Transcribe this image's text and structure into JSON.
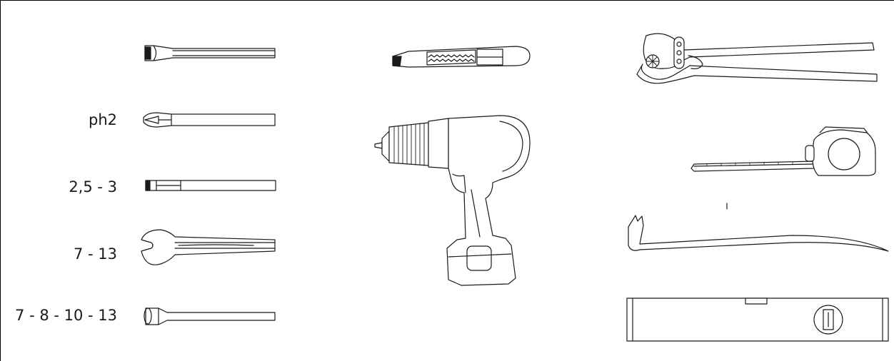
{
  "labels": {
    "phillips": "ph2",
    "hex": "2,5 - 3",
    "wrench": "7 - 13",
    "socket": "7 - 8 - 10 - 13"
  },
  "tools": [
    "flat-screwdriver",
    "phillips-screwdriver",
    "hex-key",
    "open-end-wrench",
    "socket-wrench",
    "utility-knife",
    "cordless-drill",
    "water-pump-pliers",
    "tape-measure",
    "crowbar",
    "spirit-level"
  ],
  "colors": {
    "line": "#1a1a1a",
    "background": "#ffffff"
  }
}
